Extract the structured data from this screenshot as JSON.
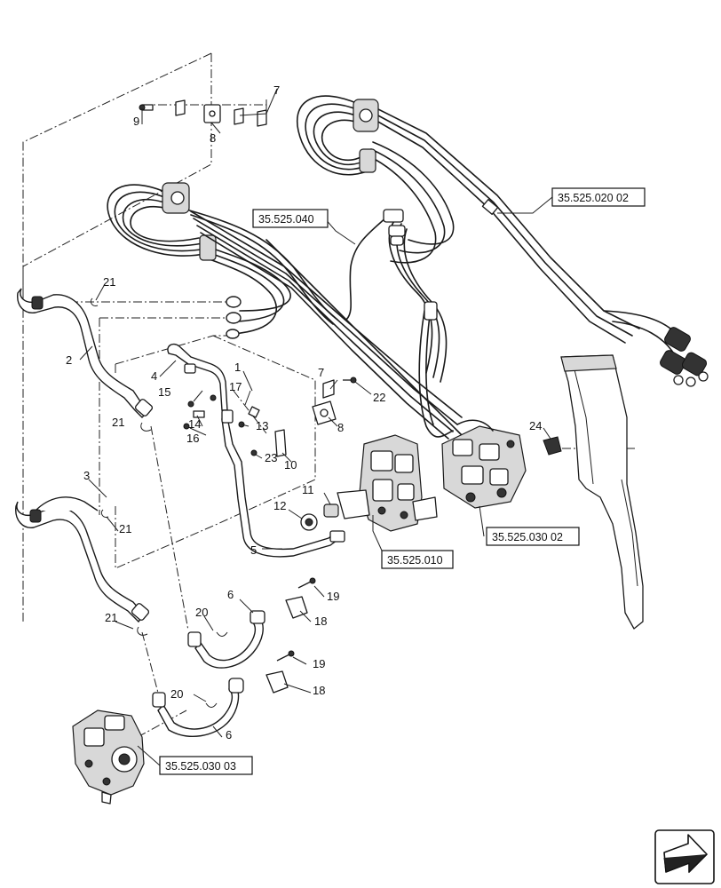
{
  "callouts": [
    "1",
    "2",
    "3",
    "4",
    "5",
    "6",
    "6",
    "7",
    "7",
    "8",
    "8",
    "9",
    "10",
    "11",
    "12",
    "13",
    "14",
    "15",
    "16",
    "17",
    "18",
    "18",
    "19",
    "19",
    "20",
    "20",
    "21",
    "21",
    "21",
    "21",
    "21",
    "22",
    "23",
    "24"
  ],
  "references": {
    "ref_35_525_040": "35.525.040",
    "ref_35_525_020_02": "35.525.020 02",
    "ref_35_525_030_02": "35.525.030 02",
    "ref_35_525_010": "35.525.010",
    "ref_35_525_030_03": "35.525.030 03"
  },
  "icons": {
    "nav": "next-page-arrow-icon"
  }
}
